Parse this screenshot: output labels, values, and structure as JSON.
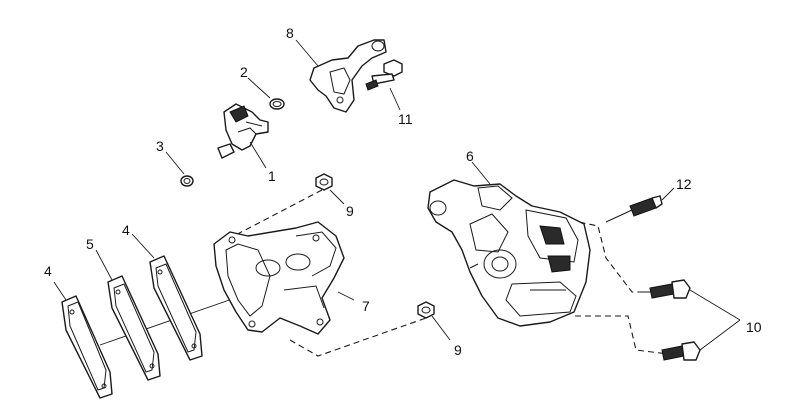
{
  "callouts": {
    "c1": "1",
    "c2": "2",
    "c3": "3",
    "c4a": "4",
    "c4b": "4",
    "c5": "5",
    "c6": "6",
    "c7": "7",
    "c8": "8",
    "c9a": "9",
    "c9b": "9",
    "c10": "10",
    "c11": "11",
    "c12": "12"
  }
}
